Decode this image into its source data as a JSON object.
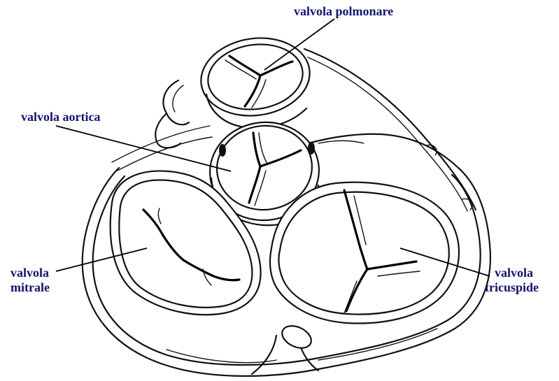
{
  "labels": {
    "pulmonary": "valvola polmonare",
    "aortic": "valvola aortica",
    "mitral_line1": "valvola",
    "mitral_line2": "mitrale",
    "tricuspid_line1": "valvola",
    "tricuspid_line2": "tricuspide"
  },
  "colors": {
    "label_text": "#12126e",
    "ink": "#111111",
    "background": "#ffffff"
  }
}
